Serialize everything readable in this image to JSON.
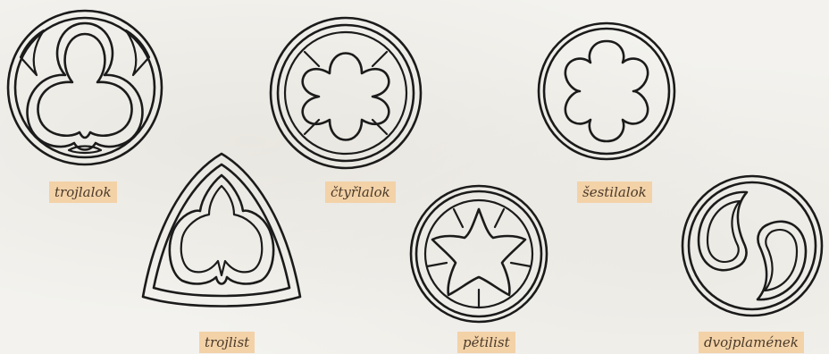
{
  "figures": [
    {
      "id": "trojlalok",
      "label": "trojlalok"
    },
    {
      "id": "ctyrlalok",
      "label": "čtyřlalok"
    },
    {
      "id": "sestilalok",
      "label": "šestilalok"
    },
    {
      "id": "trojlist",
      "label": "trojlist"
    },
    {
      "id": "petilist",
      "label": "pětilist"
    },
    {
      "id": "dvojplamenek",
      "label": "dvojplamének"
    }
  ],
  "colors": {
    "ink": "#1b1b1b",
    "label_background": "#f3d2a8",
    "label_text": "#4a3a2a",
    "paper": "#f3f2ee"
  }
}
